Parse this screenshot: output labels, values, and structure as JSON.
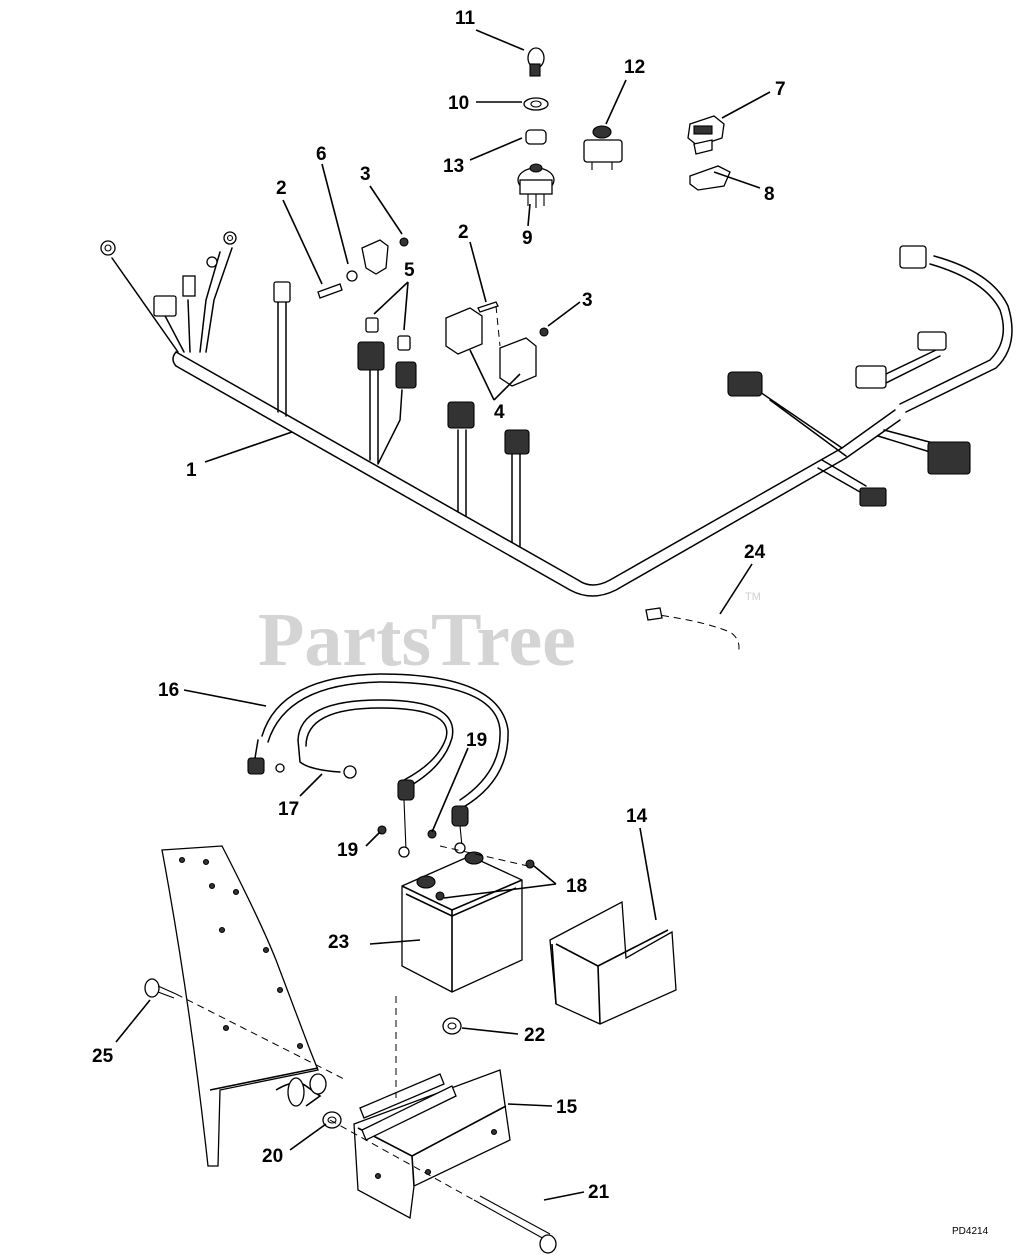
{
  "watermark": {
    "text": "PartsTree",
    "trademark": "TM"
  },
  "drawing_number": "PD4214",
  "callouts": [
    "1",
    "2",
    "3",
    "4",
    "5",
    "6",
    "7",
    "8",
    "9",
    "10",
    "11",
    "12",
    "13",
    "14",
    "15",
    "16",
    "17",
    "18",
    "19",
    "20",
    "21",
    "22",
    "23",
    "24",
    "25"
  ]
}
